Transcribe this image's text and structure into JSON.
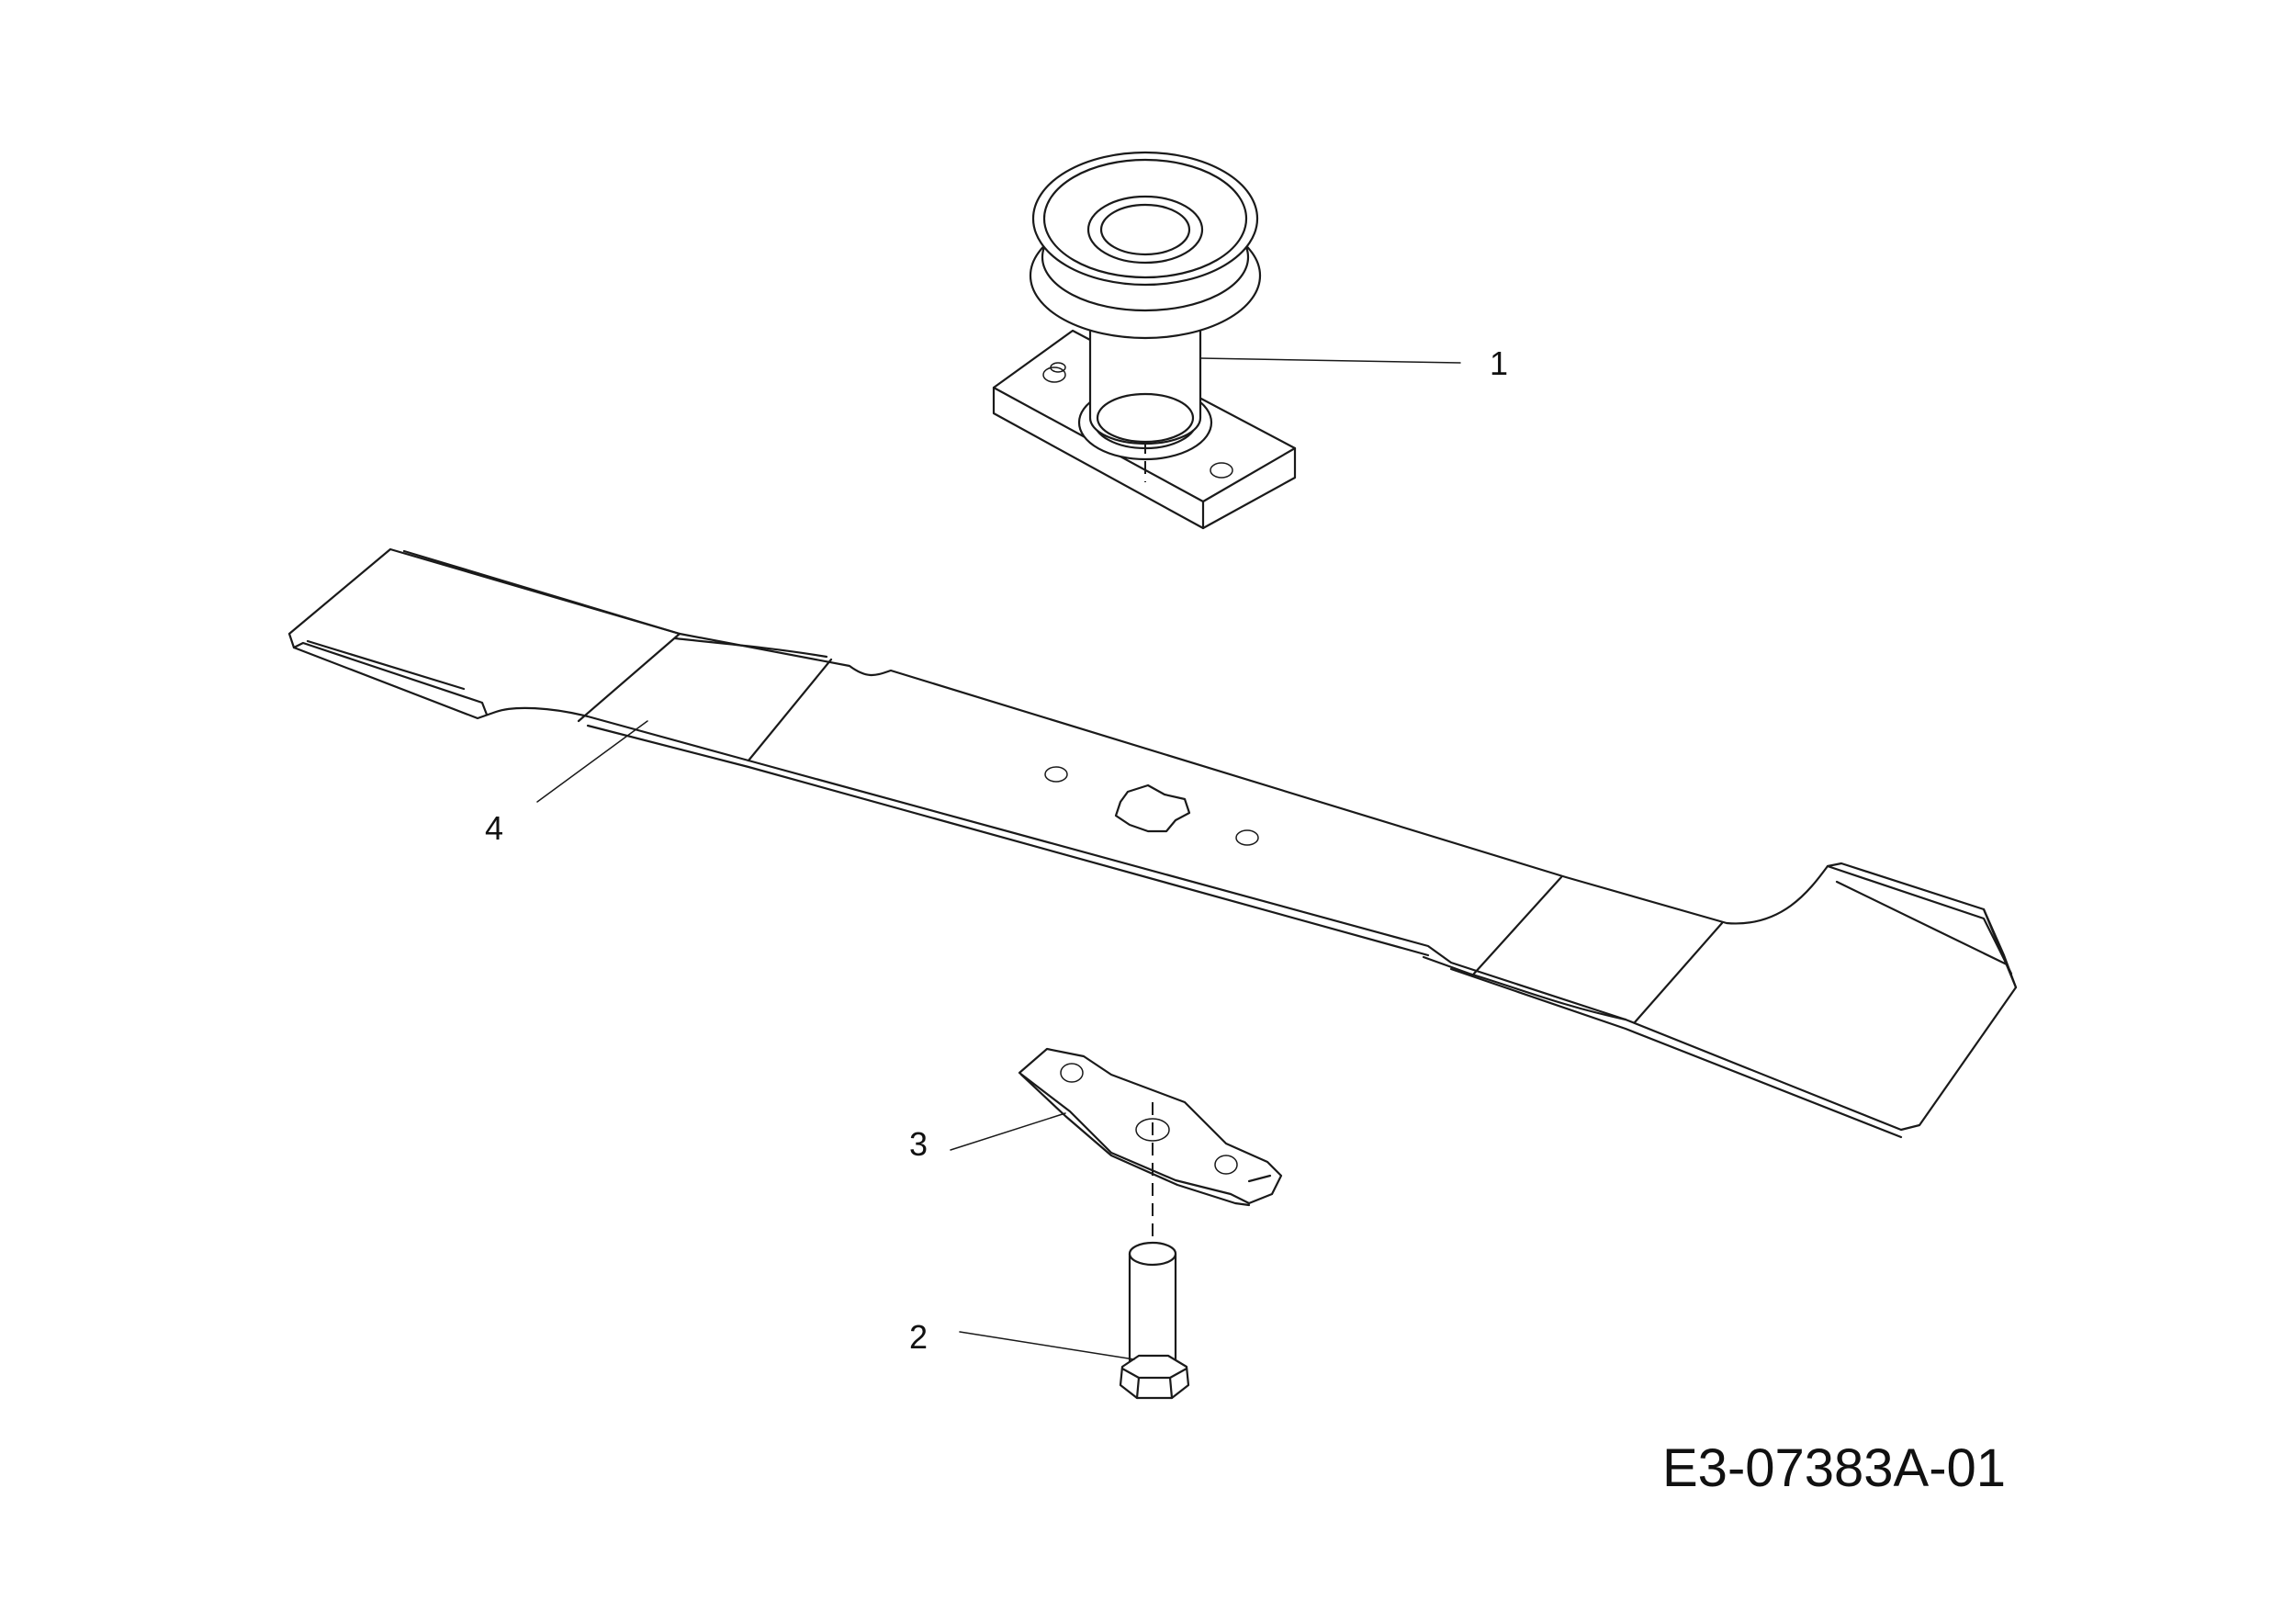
{
  "parts": [
    {
      "number": "1",
      "part": "blade-adapter-pulley"
    },
    {
      "number": "2",
      "part": "blade-bolt"
    },
    {
      "number": "3",
      "part": "blade-washer-plate"
    },
    {
      "number": "4",
      "part": "mower-blade"
    }
  ],
  "drawing_id": "E3-07383A-01"
}
